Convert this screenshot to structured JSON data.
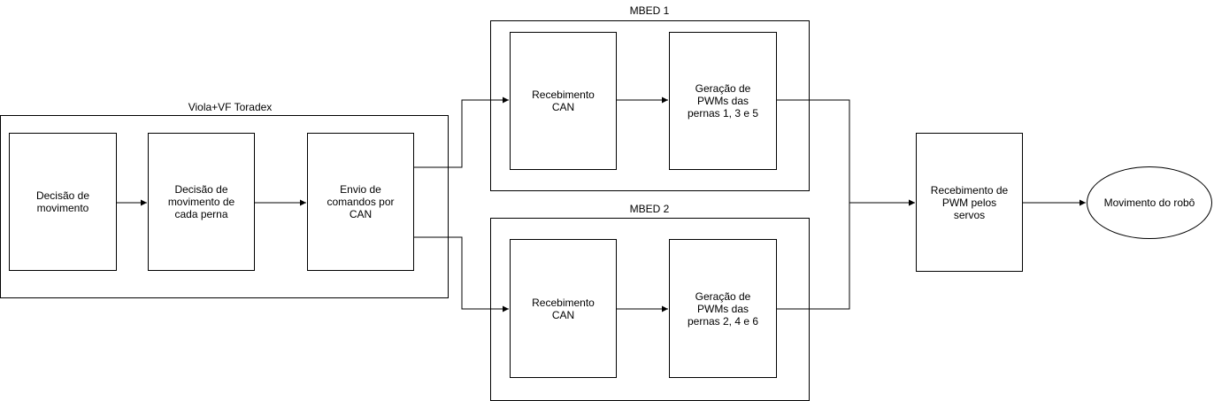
{
  "groups": {
    "viola": "Viola+VF Toradex",
    "mbed1": "MBED 1",
    "mbed2": "MBED 2"
  },
  "nodes": {
    "decisao_movimento": "Decisão de\nmovimento",
    "decisao_perna": "Decisão de\nmovimento de\ncada perna",
    "envio_can": "Envio de\ncomandos por\nCAN",
    "recebimento_can_1": "Recebimento\nCAN",
    "geracao_pwm_1": "Geração de\nPWMs das\npernas 1, 3 e 5",
    "recebimento_can_2": "Recebimento\nCAN",
    "geracao_pwm_2": "Geração de\nPWMs das\npernas 2, 4 e 6",
    "recebimento_pwm": "Recebimento de\nPWM pelos\nservos",
    "movimento_robo": "Movimento do robô"
  },
  "colors": {
    "stroke": "#000000",
    "fill": "#ffffff"
  }
}
